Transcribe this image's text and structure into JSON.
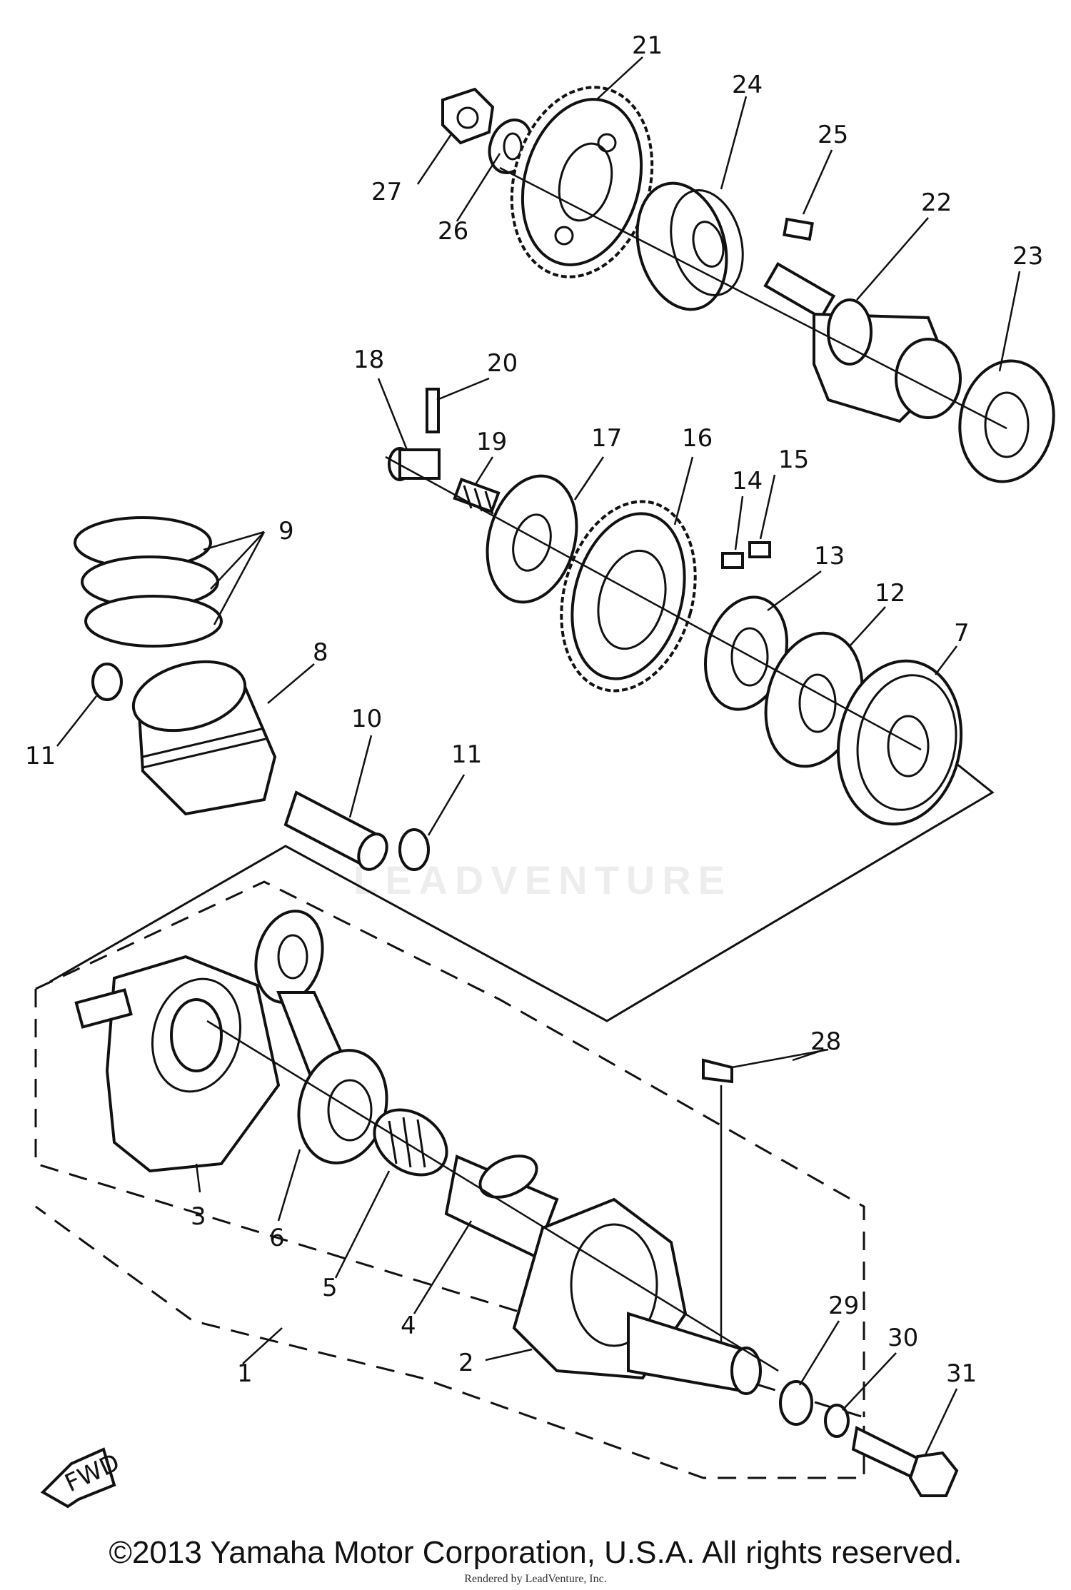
{
  "diagram": {
    "labels": [
      "1",
      "2",
      "3",
      "4",
      "5",
      "6",
      "7",
      "8",
      "9",
      "10",
      "11",
      "11",
      "12",
      "13",
      "14",
      "15",
      "16",
      "17",
      "18",
      "19",
      "20",
      "21",
      "22",
      "23",
      "24",
      "25",
      "26",
      "27",
      "28",
      "29",
      "30",
      "31"
    ]
  },
  "fwd_label": "FWD",
  "watermark": "LEADVENTURE",
  "copyright": "©2013 Yamaha Motor Corporation, U.S.A. All rights reserved.",
  "rendered_by": "Rendered by LeadVenture, Inc."
}
